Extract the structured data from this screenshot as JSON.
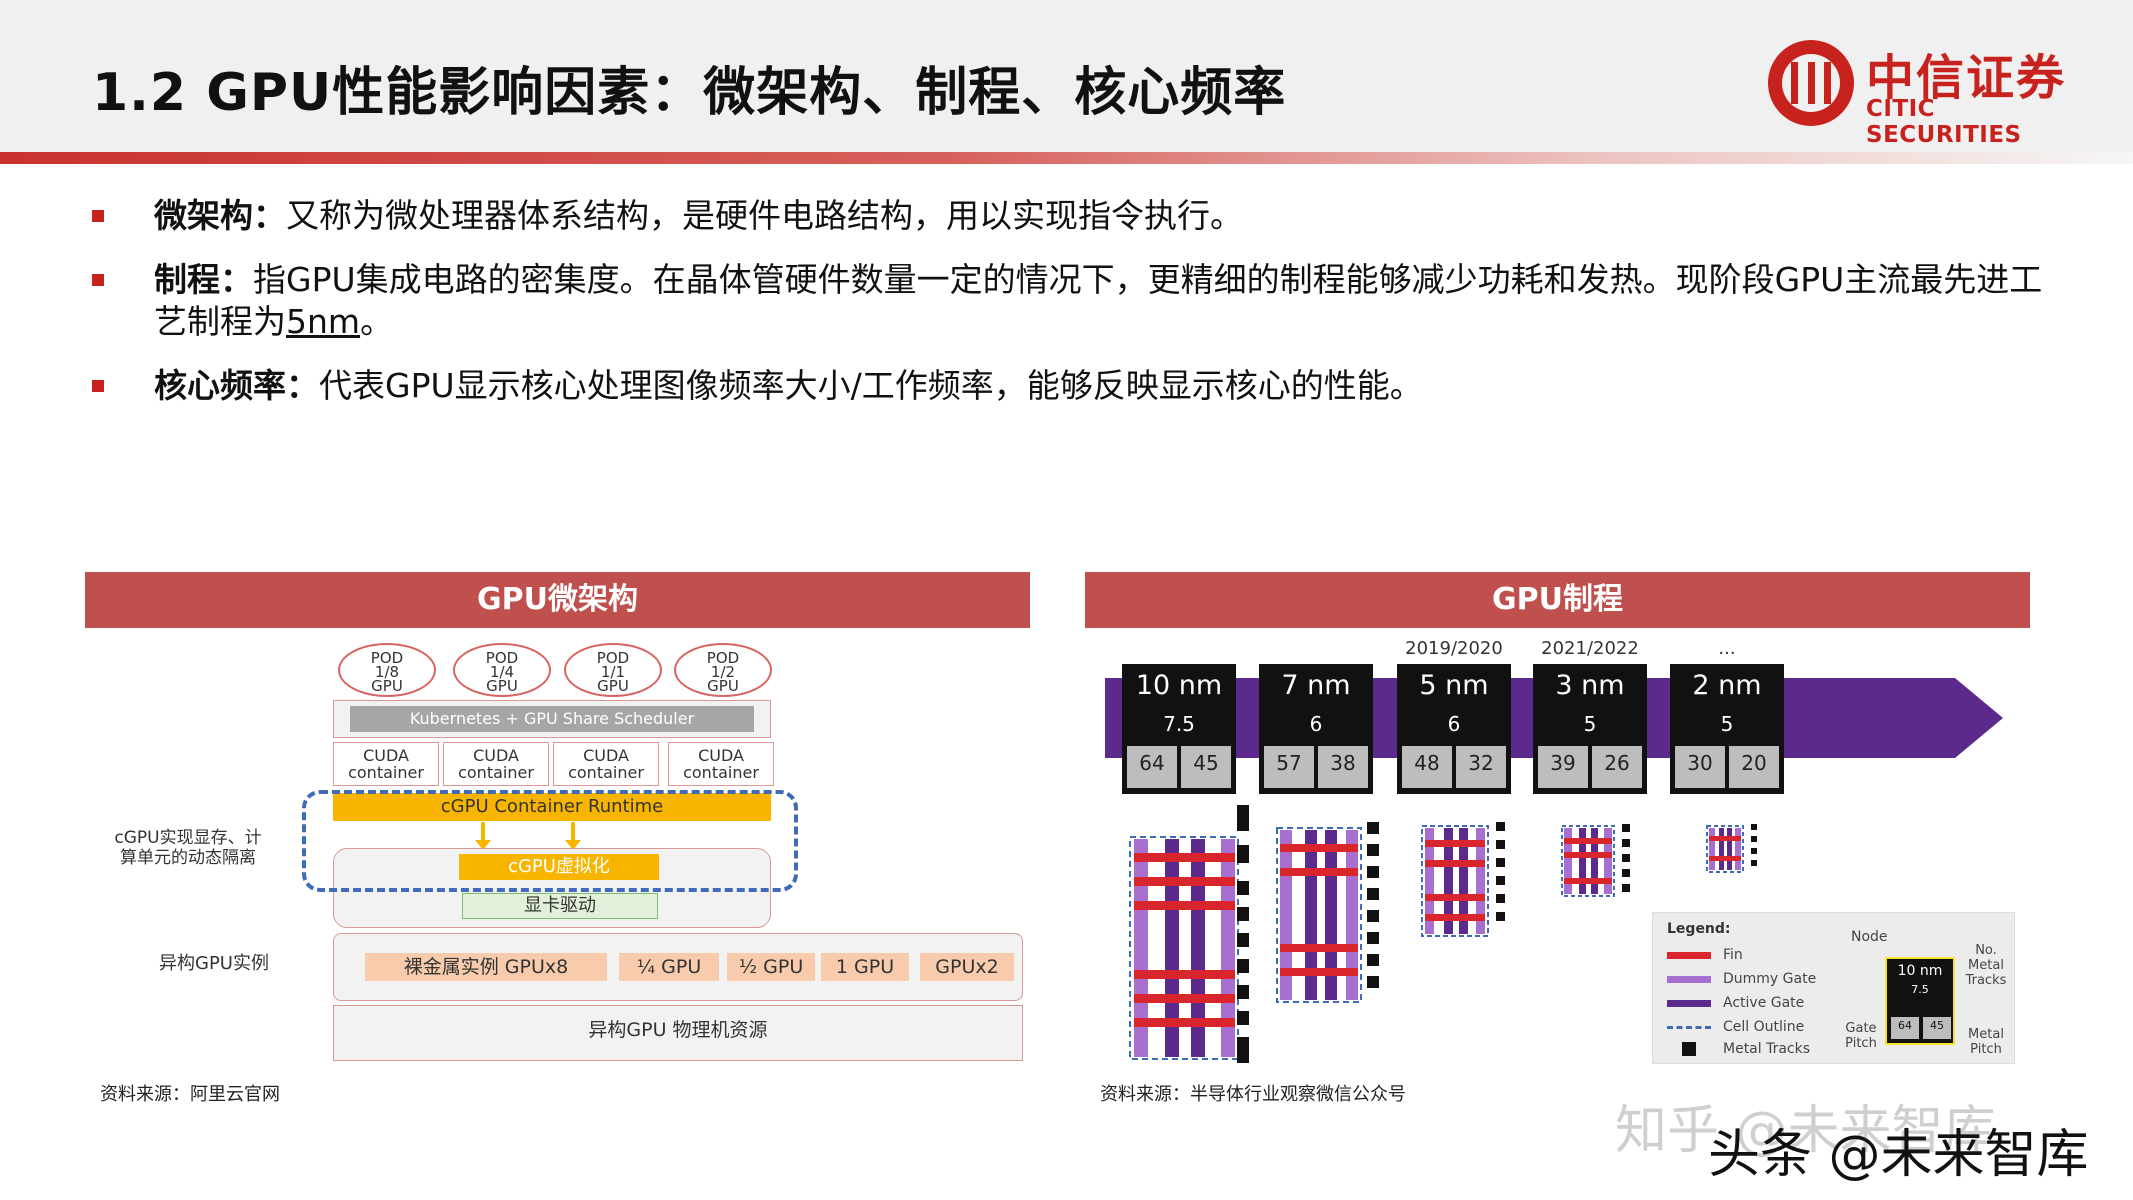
{
  "header": {
    "title": "1.2 GPU性能影响因素：微架构、制程、核心频率",
    "logo_cn": "中信证券",
    "logo_en": "CITIC SECURITIES"
  },
  "bullets": [
    {
      "keyword": "微架构：",
      "text": "又称为微处理器体系结构，是硬件电路结构，用以实现指令执行。"
    },
    {
      "keyword": "制程：",
      "text": "指GPU集成电路的密集度。在晶体管硬件数量一定的情况下，更精细的制程能够减少功耗和发热。现阶段GPU主流最先进工艺制程为",
      "underline": "5nm",
      "tail": "。"
    },
    {
      "keyword": "核心频率：",
      "text": "代表GPU显示核心处理图像频率大小/工作频率，能够反映显示核心的性能。"
    }
  ],
  "left_panel": {
    "title": "GPU微架构",
    "pods": [
      {
        "l1": "POD",
        "l2": "1/8",
        "l3": "GPU"
      },
      {
        "l1": "POD",
        "l2": "1/4",
        "l3": "GPU"
      },
      {
        "l1": "POD",
        "l2": "1/1",
        "l3": "GPU"
      },
      {
        "l1": "POD",
        "l2": "1/2",
        "l3": "GPU"
      }
    ],
    "scheduler": "Kubernetes + GPU Share Scheduler",
    "containers": [
      {
        "l1": "CUDA",
        "l2": "container"
      },
      {
        "l1": "CUDA",
        "l2": "container"
      },
      {
        "l1": "CUDA",
        "l2": "container"
      },
      {
        "l1": "CUDA",
        "l2": "container"
      }
    ],
    "runtime": "cGPU Container Runtime",
    "virtualization": "cGPU虚拟化",
    "driver": "显卡驱动",
    "isolation_label_1": "cGPU实现显存、计",
    "isolation_label_2": "算单元的动态隔离",
    "instance_label": "异构GPU实例",
    "instances": [
      "裸金属实例 GPUx8",
      "¼ GPU",
      "½ GPU",
      "1 GPU",
      "GPUx2"
    ],
    "physical": "异构GPU 物理机资源",
    "source": "资料来源：阿里云官网"
  },
  "right_panel": {
    "title": "GPU制程",
    "nodes": [
      {
        "year": "",
        "nm": "10 nm",
        "tracks": "7.5",
        "gate": "64",
        "metal": "45"
      },
      {
        "year": "",
        "nm": "7 nm",
        "tracks": "6",
        "gate": "57",
        "metal": "38"
      },
      {
        "year": "2019/2020",
        "nm": "5 nm",
        "tracks": "6",
        "gate": "48",
        "metal": "32"
      },
      {
        "year": "2021/2022",
        "nm": "3 nm",
        "tracks": "5",
        "gate": "39",
        "metal": "26"
      },
      {
        "year": "...",
        "nm": "2 nm",
        "tracks": "5",
        "gate": "30",
        "metal": "20"
      }
    ],
    "legend": {
      "title": "Legend:",
      "items": [
        "Fin",
        "Dummy Gate",
        "Active Gate",
        "Cell Outline",
        "Metal Tracks"
      ],
      "node_word": "Node",
      "mini_nm": "10 nm",
      "mini_tracks": "7.5",
      "mini_gate": "64",
      "mini_metal": "45",
      "no_metal_tracks_1": "No.",
      "no_metal_tracks_2": "Metal",
      "no_metal_tracks_3": "Tracks",
      "gate_pitch_1": "Gate",
      "gate_pitch_2": "Pitch",
      "metal_pitch_1": "Metal",
      "metal_pitch_2": "Pitch"
    },
    "source": "资料来源：半导体行业观察微信公众号"
  },
  "watermarks": {
    "zhihu": "知乎 @未来智库",
    "toutiao": "头条 @未来智库"
  },
  "colors": {
    "brand_red": "#c8221f",
    "panel_header": "#c0504d",
    "process_purple": "#5b2a8c",
    "runtime_yellow": "#f7b500",
    "fin_red": "#d9262c",
    "dummy_gate": "#a66fd0",
    "active_gate": "#5b2a8c"
  }
}
